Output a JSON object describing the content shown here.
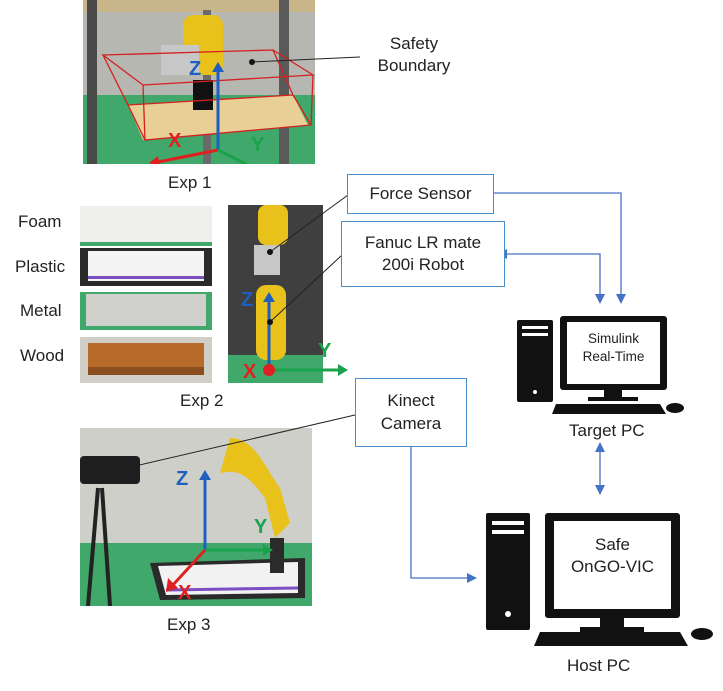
{
  "experiments": {
    "exp1": "Exp 1",
    "exp2": "Exp 2",
    "exp3": "Exp 3"
  },
  "surfaces": [
    "Foam",
    "Plastic",
    "Metal",
    "Wood"
  ],
  "callouts": {
    "safety_boundary": [
      "Safety",
      "Boundary"
    ],
    "force_sensor": "Force Sensor",
    "robot": [
      "Fanuc LR mate",
      "200i Robot"
    ],
    "kinect": [
      "Kinect",
      "Camera"
    ]
  },
  "computers": {
    "target_screen": [
      "Simulink",
      "Real-Time"
    ],
    "target_label": "Target PC",
    "host_screen": [
      "Safe",
      "OnGO-VIC"
    ],
    "host_label": "Host PC"
  },
  "axes": {
    "x": "X",
    "y": "Y",
    "z": "Z"
  },
  "colors": {
    "arrow_blue": "#4472c4",
    "box_border": "#4a8ec9",
    "axis_red": "#e02020",
    "axis_green": "#1aa34a",
    "axis_blue": "#1f5fbf",
    "robot_yellow": "#e8c21a"
  }
}
